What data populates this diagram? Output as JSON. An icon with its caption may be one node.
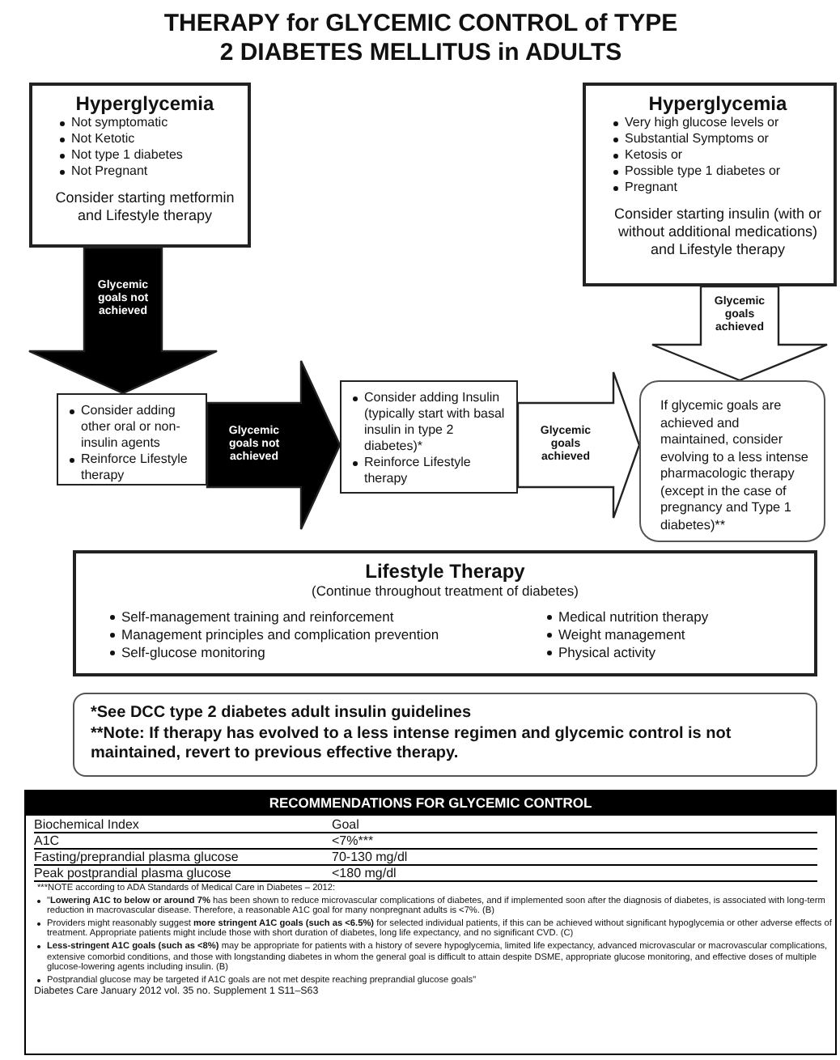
{
  "diagram": {
    "title": "THERAPY for GLYCEMIC CONTROL of TYPE 2 DIABETES MELLITUS in ADULTS",
    "nodes": [
      {
        "text": [
          "Hyperglycemia",
          "Not symptomatic",
          "Not Ketotic",
          "Not type 1 diabetes",
          "Not Pregnant",
          "Consider starting metformin and Lifestyle therapy"
        ]
      },
      {
        "text": [
          "Hyperglycemia",
          "Very high glucose levels or",
          "Substantial Symptoms or",
          "Ketosis or",
          "Possible type 1 diabetes or",
          "Pregnant",
          "Consider starting insulin (with or without additional medications) and Lifestyle therapy"
        ]
      },
      {
        "text": [
          "Consider adding other oral or non-insulin agents",
          "Reinforce Lifestyle therapy"
        ]
      },
      {
        "text": [
          "Consider adding Insulin (typically start with basal insulin in type 2 diabetes)*",
          "Reinforce Lifestyle therapy"
        ]
      },
      {
        "text": [
          "If glycemic goals are achieved and maintained, consider evolving to a less intense pharmacologic therapy (except in the case of pregnancy and Type 1 diabetes)**"
        ]
      },
      {
        "text": [
          "Lifestyle Therapy",
          "(Continue throughout treatment of diabetes)",
          "Self-management training and reinforcement",
          "Management principles and complication prevention",
          "Self-glucose monitoring",
          "Medical nutrition therapy",
          "Weight management",
          "Physical activity"
        ]
      },
      {
        "text": [
          "*See DCC type 2 diabetes adult insulin guidelines",
          "**Note: If therapy has evolved to a less intense regimen and glycemic control is not maintained, revert to previous effective therapy."
        ]
      },
      {
        "text": [
          "RECOMMENDATIONS FOR GLYCEMIC CONTROL"
        ]
      }
    ],
    "edges": [
      {
        "from": 0,
        "to": 2,
        "arrow": "to",
        "label": "Glycemic goals not achieved",
        "style": "thick"
      },
      {
        "from": 2,
        "to": 3,
        "arrow": "to",
        "label": "Glycemic goals not achieved",
        "style": "thick"
      },
      {
        "from": 3,
        "to": 4,
        "arrow": "to",
        "label": "Glycemic goals achieved"
      },
      {
        "from": 1,
        "to": 4,
        "arrow": "to",
        "label": "Glycemic goals achieved"
      }
    ],
    "labels": [
      "Biochemical Index",
      "Goal",
      "A1C",
      "<7%***",
      "Fasting/preprandial plasma glucose",
      "70-130 mg/dl",
      "Peak postprandial plasma glucose",
      "<180 mg/dl",
      "***NOTE according to ADA Standards of Medical Care in Diabetes – 2012:",
      "\"**Lowering A1C to below or around 7%** has been shown to reduce microvascular complications of diabetes, and if implemented soon after the diagnosis of diabetes, is associated with long-term reduction in macrovascular disease. Therefore, a reasonable A1C goal for many nonpregnant adults is <7%. (B)",
      "Providers might reasonably suggest **more stringent A1C goals (such as <6.5%)** for selected individual patients, if this can be achieved without significant hypoglycemia or other adverse effects of treatment. Appropriate patients might include those with short duration of diabetes, long life expectancy, and no significant CVD. (C)",
      "**Less-stringent A1C goals (such as <8%)** may be appropriate for patients with a history of severe hypoglycemia, limited life expectancy, advanced microvascular or macrovascular complications, extensive comorbid conditions, and those with longstanding diabetes in whom the general goal is difficult to attain despite DSME, appropriate glucose monitoring, and effective doses of multiple glucose-lowering agents including insulin. (B)",
      "Postprandial glucose may be targeted if A1C goals are not met despite reaching preprandial glucose goals\"",
      "Diabetes Care January 2012 vol. 35 no. Supplement 1 S11–S63"
    ]
  }
}
